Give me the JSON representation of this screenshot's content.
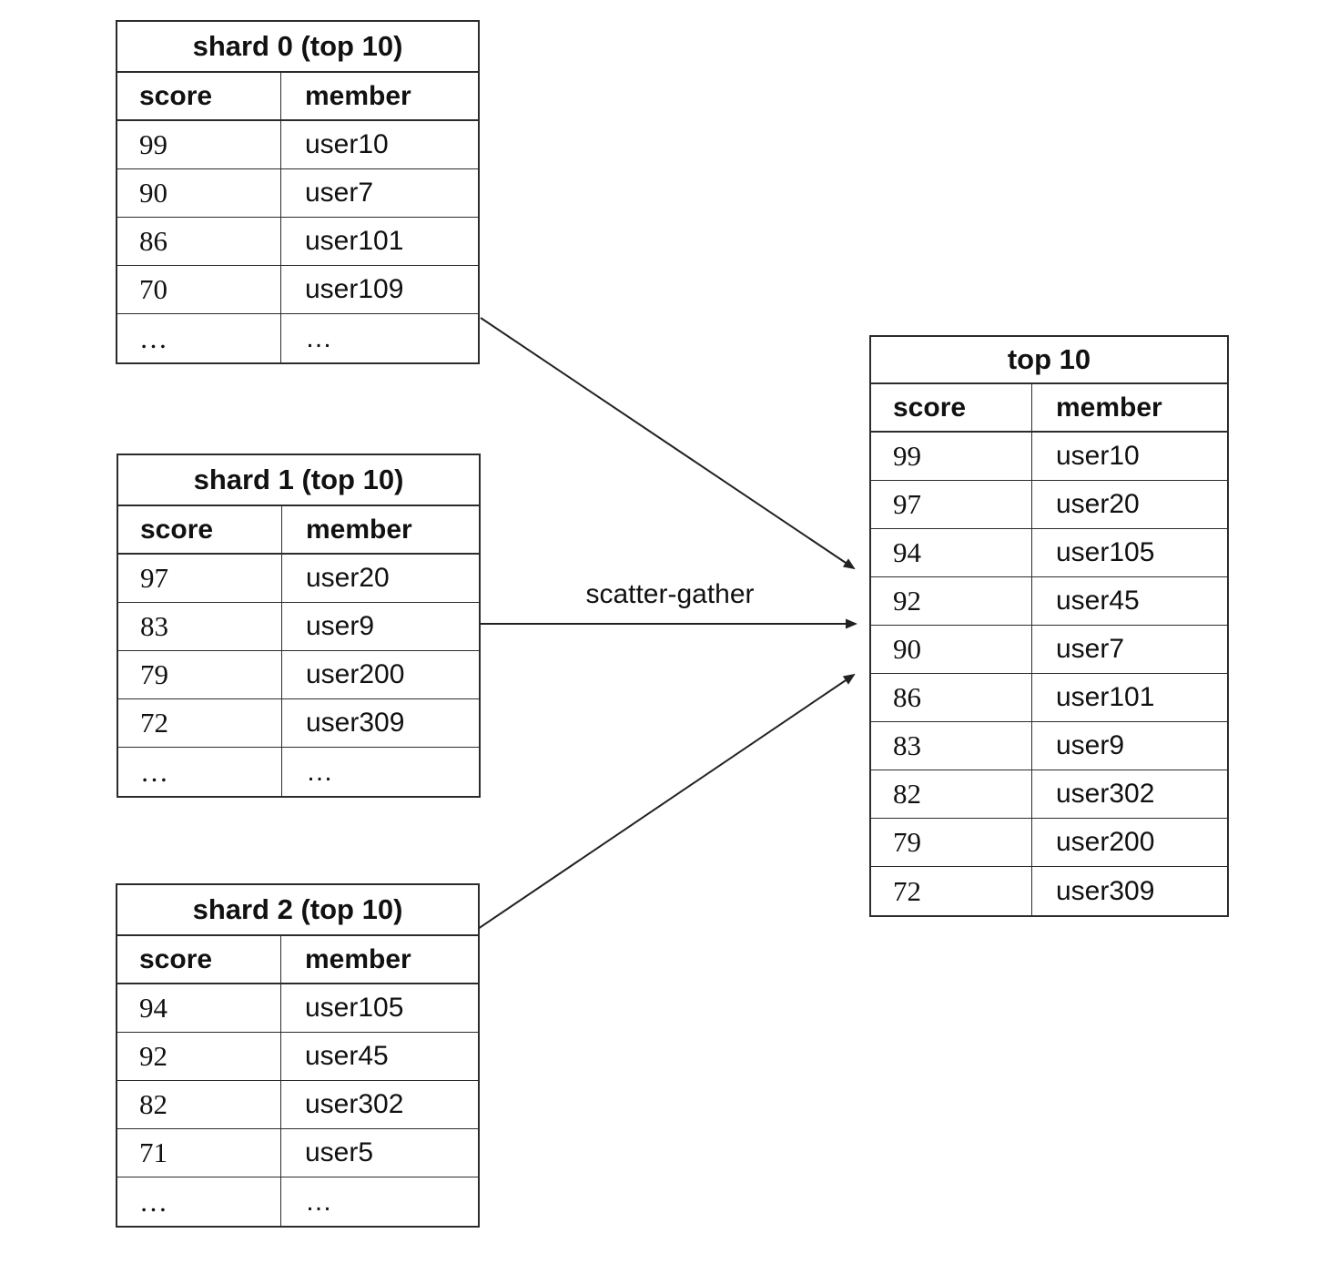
{
  "label": {
    "scatter_gather": "scatter-gather"
  },
  "colors": {
    "border": "#2b2b2b",
    "text": "#111111",
    "background": "#ffffff"
  },
  "tables": {
    "shard0": {
      "title": "shard 0 (top 10)",
      "headers": {
        "score": "score",
        "member": "member"
      },
      "rows": [
        {
          "score": "99",
          "member": "user10"
        },
        {
          "score": "90",
          "member": "user7"
        },
        {
          "score": "86",
          "member": "user101"
        },
        {
          "score": "70",
          "member": "user109"
        },
        {
          "score": "…",
          "member": "…"
        }
      ]
    },
    "shard1": {
      "title": "shard 1 (top 10)",
      "headers": {
        "score": "score",
        "member": "member"
      },
      "rows": [
        {
          "score": "97",
          "member": "user20"
        },
        {
          "score": "83",
          "member": "user9"
        },
        {
          "score": "79",
          "member": "user200"
        },
        {
          "score": "72",
          "member": "user309"
        },
        {
          "score": "…",
          "member": "…"
        }
      ]
    },
    "shard2": {
      "title": "shard 2 (top 10)",
      "headers": {
        "score": "score",
        "member": "member"
      },
      "rows": [
        {
          "score": "94",
          "member": "user105"
        },
        {
          "score": "92",
          "member": "user45"
        },
        {
          "score": "82",
          "member": "user302"
        },
        {
          "score": "71",
          "member": "user5"
        },
        {
          "score": "…",
          "member": "…"
        }
      ]
    },
    "top10": {
      "title": "top 10",
      "headers": {
        "score": "score",
        "member": "member"
      },
      "rows": [
        {
          "score": "99",
          "member": "user10"
        },
        {
          "score": "97",
          "member": "user20"
        },
        {
          "score": "94",
          "member": "user105"
        },
        {
          "score": "92",
          "member": "user45"
        },
        {
          "score": "90",
          "member": "user7"
        },
        {
          "score": "86",
          "member": "user101"
        },
        {
          "score": "83",
          "member": "user9"
        },
        {
          "score": "82",
          "member": "user302"
        },
        {
          "score": "79",
          "member": "user200"
        },
        {
          "score": "72",
          "member": "user309"
        }
      ]
    }
  }
}
